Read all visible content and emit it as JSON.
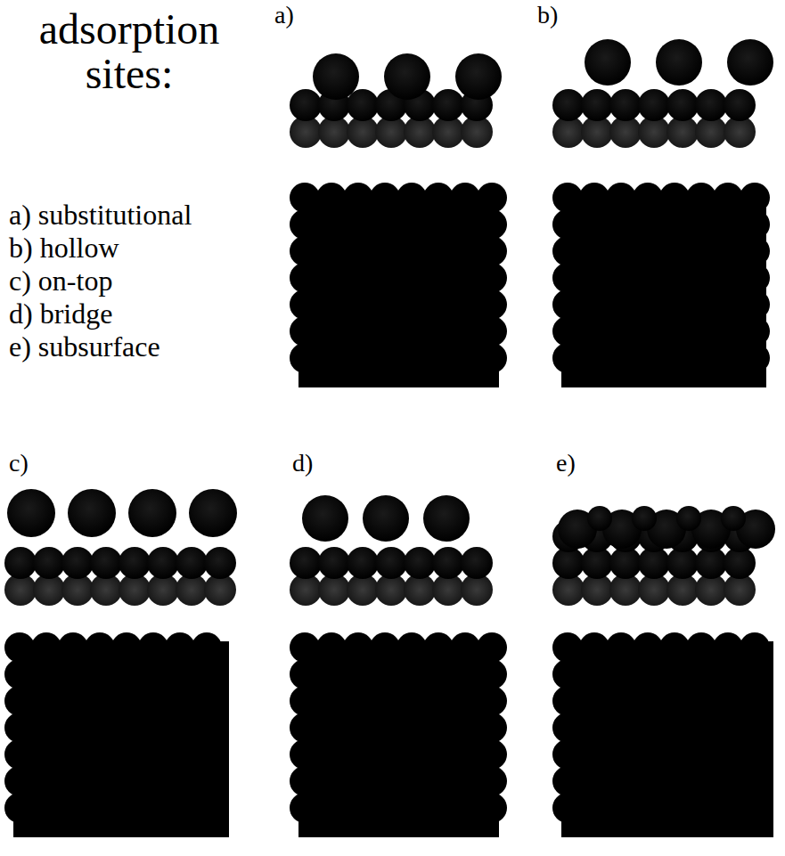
{
  "diagram": {
    "title": "adsorption sites:",
    "labels": [
      "a) substitutional",
      "b) hollow",
      "c) on-top",
      "d) bridge",
      "e) subsurface",
      "a)",
      "b)",
      "c)",
      "d)",
      "e)"
    ]
  }
}
